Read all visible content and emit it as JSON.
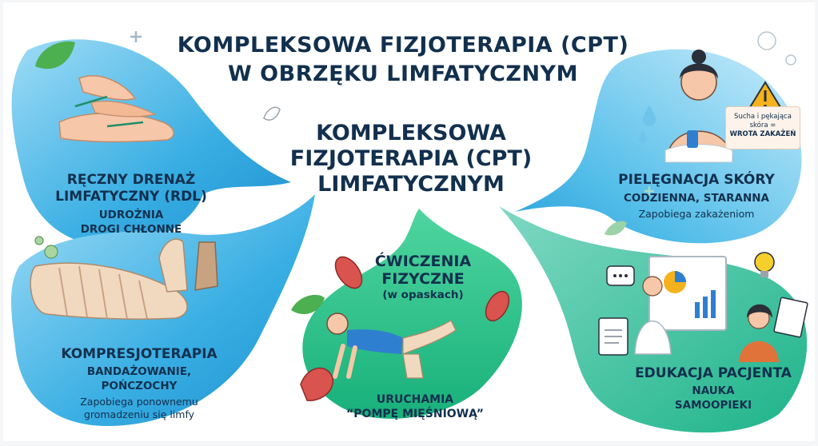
{
  "title": {
    "line1": "KOMPLEKSOWA FIZJOTERAPIA (CPT)",
    "line2": "W OBRZĘKU LIMFATYCZNYM"
  },
  "center_title": {
    "line1": "KOMPLEKSOWA",
    "line2": "FIZJOTERAPIA (CPT)",
    "line3": "LIMFATYCZNYM"
  },
  "sections": {
    "drainage": {
      "heading1": "RĘCZNY DRENAŻ",
      "heading2": "LIMFATYCZNY (RDL)",
      "sub1": "UDROŻNIA",
      "sub2": "DROGI CHŁONNE"
    },
    "skin_care": {
      "heading": "PIELĘGNACJA SKÓRY",
      "sub": "CODZIENNA, STARANNA",
      "note": "Zapobiega zakażeniom",
      "warning_line1": "Sucha i pękająca",
      "warning_line2": "skóra =",
      "warning_line3": "WROTA ZAKAŻEŃ"
    },
    "compression": {
      "heading": "KOMPRESJOTERAPIA",
      "sub1": "BANDAŻOWANIE,",
      "sub2": "POŃCZOCHY",
      "note1": "Zapobiega ponownemu",
      "note2": "gromadzeniu się limfy"
    },
    "exercise": {
      "heading1": "ĆWICZENIA",
      "heading2": "FIZYCZNE",
      "sub": "(w opaskach)",
      "note1": "URUCHAMIA",
      "note2": "“POMPĘ MIĘŚNIOWĄ”"
    },
    "education": {
      "heading": "EDUKACJA PACJENTA",
      "sub1": "NAUKA",
      "sub2": "SAMOOPIEKI"
    }
  },
  "colors": {
    "navy_text": "#12304e",
    "blue_splash": "#2fa6dd",
    "green_splash": "#22c08a",
    "warning": "#f5b21c"
  },
  "icons": [
    "leaf-icon",
    "plus-icon",
    "water-drop-icon",
    "warning-icon",
    "lightbulb-icon",
    "chat-bubble-icon",
    "clipboard-icon",
    "document-icon",
    "muscle-icon",
    "bacteria-icon",
    "presentation-board-icon"
  ]
}
